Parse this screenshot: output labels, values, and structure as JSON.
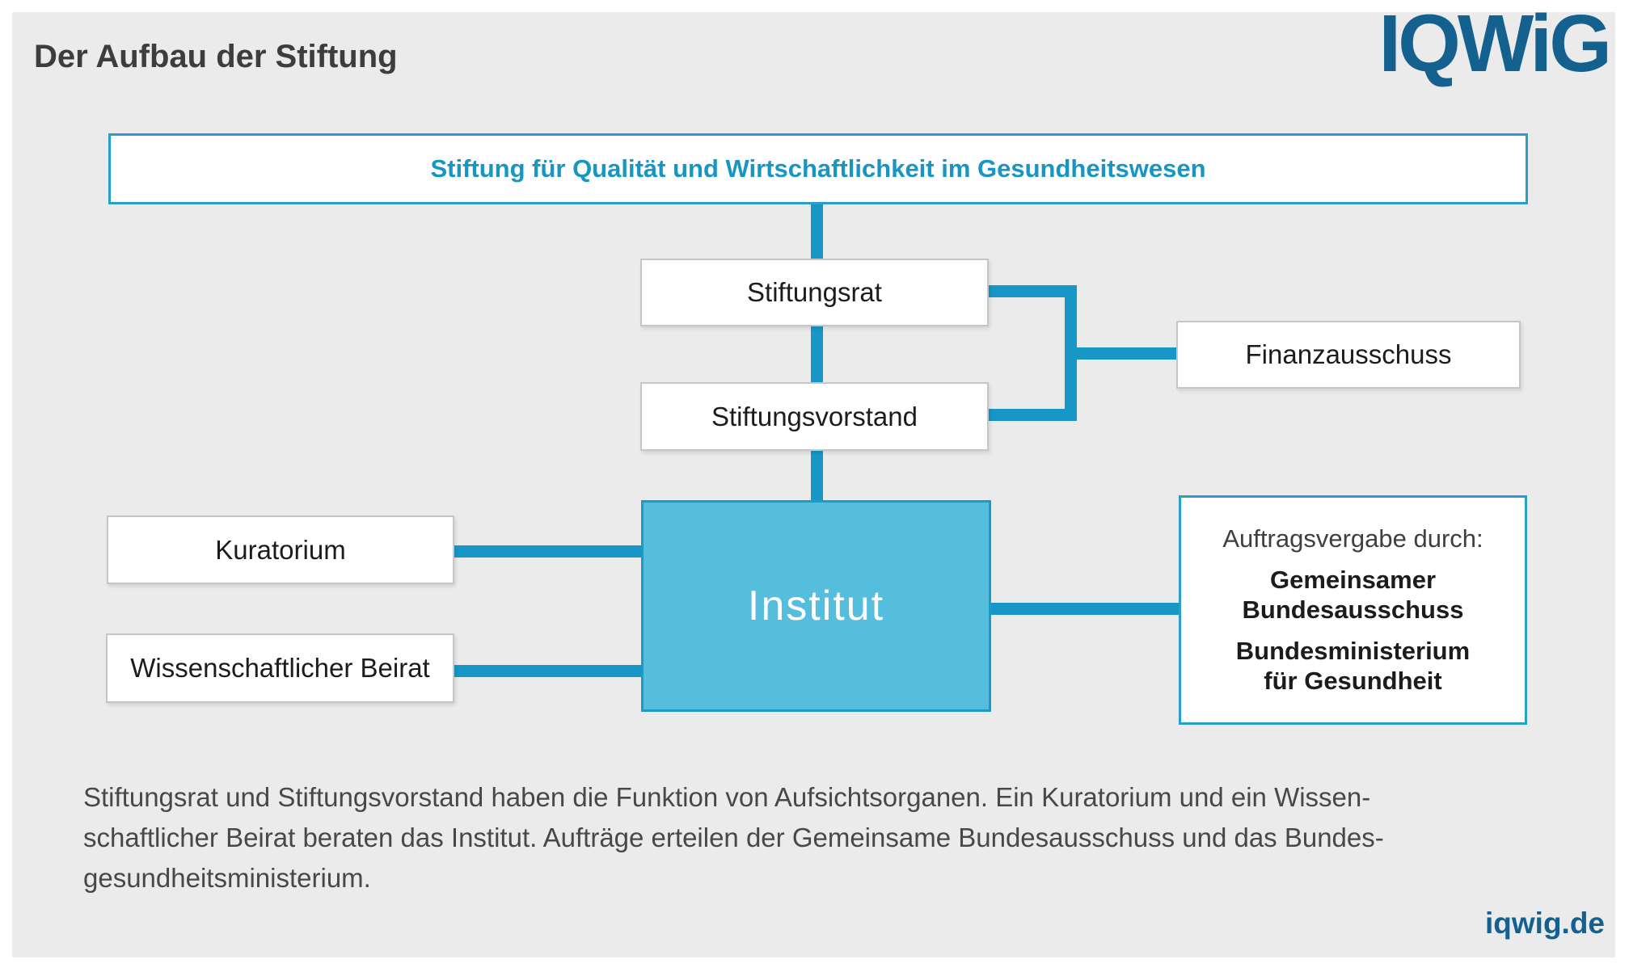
{
  "colors": {
    "accent_teal": "#1797c6",
    "institut_fill": "#55bedd",
    "institut_border": "#1b9bc7",
    "teal_border": "#299fc8",
    "teal_text": "#1795c3",
    "logo_blue": "#14618f",
    "panel_gray": "#ebebeb",
    "box_border_gray": "#c6c6c6",
    "title_gray": "#3d3d3d",
    "text_dark": "#1c1c1c",
    "caption_gray": "#484848"
  },
  "header": {
    "title": "Der Aufbau der Stiftung",
    "logo": "IQWiG"
  },
  "diagram": {
    "foundation_label": "Stiftung für Qualität und Wirtschaftlichkeit im Gesundheitswesen",
    "stiftungsrat_label": "Stiftungsrat",
    "stiftungsvorstand_label": "Stiftungsvorstand",
    "finanzausschuss_label": "Finanzausschuss",
    "kuratorium_label": "Kuratorium",
    "beirat_label": "Wissenschaftlicher Beirat",
    "institut_label": "Institut",
    "auftragsvergabe": {
      "header": "Auftragsvergabe durch:",
      "item1": "Gemeinsamer\nBundesausschuss",
      "item2": "Bundesministerium\nfür Gesundheit"
    }
  },
  "caption": "Stiftungsrat und Stiftungsvorstand haben die Funktion von Aufsichtsorganen. Ein Kuratorium und ein Wissen-\nschaftlicher Beirat beraten das Institut. Aufträge erteilen der Gemeinsame Bundesausschuss und das Bundes-\ngesundheitsministerium.",
  "footer": {
    "website": "iqwig.de"
  }
}
